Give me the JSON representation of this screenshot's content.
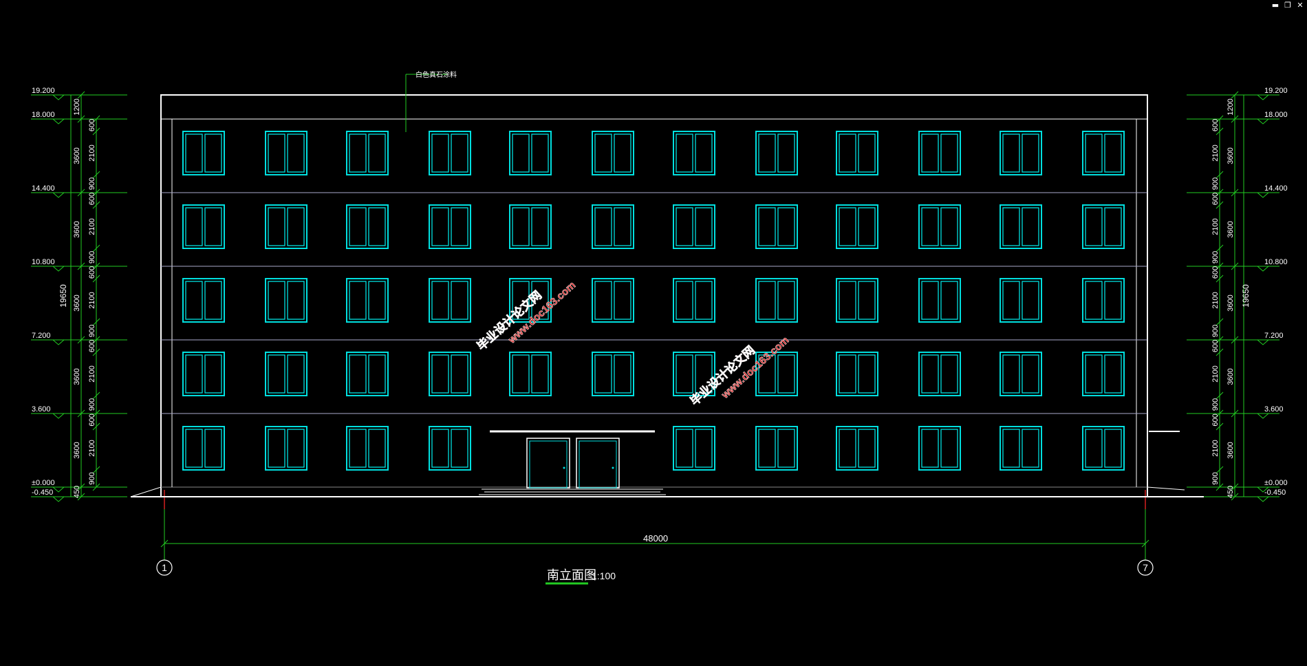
{
  "window_controls": {
    "minimize": "▬",
    "restore": "❐",
    "close": "✕"
  },
  "drawing": {
    "title": "南立面图",
    "scale": "1:100",
    "material_note": "白色真石涂料",
    "overall_width": "48000",
    "axis_labels": [
      "1",
      "7"
    ],
    "level_labels": [
      "19.200",
      "18.000",
      "14.400",
      "10.800",
      "7.200",
      "3.600",
      "±0.000",
      "-0.450"
    ],
    "total_height": "19650",
    "dims": {
      "parapet": "1200",
      "floor": "3600",
      "upper_sill_top": "600",
      "window": "2100",
      "sill": "900",
      "ground_sill": "900",
      "plinth": "450"
    },
    "watermarks": [
      {
        "line1": "毕业设计论文网",
        "line2": "www.doc163.com"
      },
      {
        "line1": "毕业设计论文网",
        "line2": "www.doc163.com"
      }
    ],
    "colors": {
      "background": "#000000",
      "outline": "#ffffff",
      "window": "#00e0e0",
      "dimension": "#22cc22",
      "watermark": "#d42020"
    }
  }
}
